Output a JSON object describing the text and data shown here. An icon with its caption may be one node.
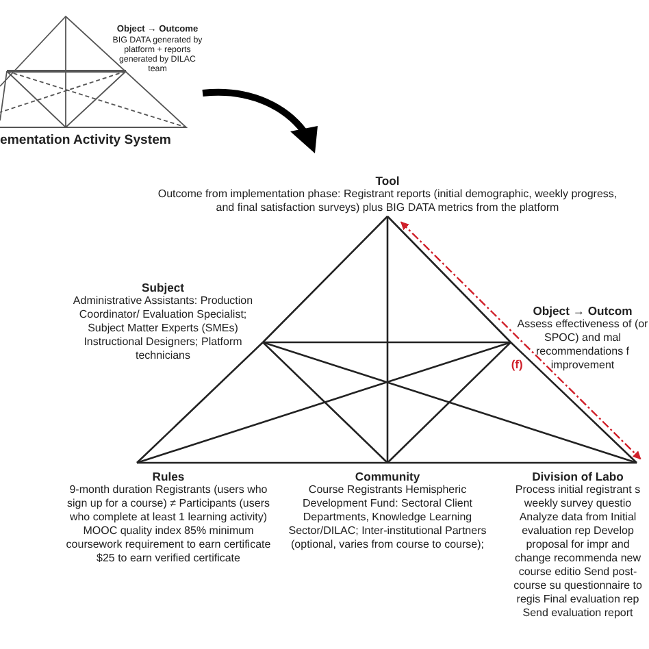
{
  "diagram": {
    "nodes": [
      {
        "text": [
          "Tool",
          "Outcome from implementation phase: Registrant reports (initial demographic, weekly progress, and final satisfaction surveys) plus BIG DATA metrics from the platform"
        ]
      },
      {
        "text": [
          "Subject",
          "Administrative Assistants: Production Coordinator/ Evaluation Specialist; Subject Matter Experts (SMEs) Instructional Designers; Platform technicians"
        ]
      },
      {
        "text": [
          "Object → Outcom",
          "Assess effectiveness of (or SPOC) and mal recommendations f improvement"
        ]
      },
      {
        "text": [
          "Rules",
          "9-month duration Registrants (users who sign up for a course) ≠ Participants (users who complete at least 1 learning activity) MOOC quality index 85% minimum coursework requirement to earn certificate $25 to earn verified certificate"
        ]
      },
      {
        "text": [
          "Community",
          "Course Registrants Hemispheric Development Fund: Sectoral Client Departments, Knowledge Learning Sector/DILAC; Inter-institutional Partners (optional, varies from course to course);"
        ]
      },
      {
        "text": [
          "Division of Labo",
          "Process initial registrant s weekly survey questio Analyze data from Initial evaluation rep Develop proposal for impr and change recommenda new course editio Send post-course su questionnaire to regis Final evaluation rep Send evaluation report"
        ]
      }
    ],
    "edges": [
      {
        "from": 0,
        "to": 1,
        "arrow": "none"
      },
      {
        "from": 1,
        "to": 3,
        "arrow": "none"
      },
      {
        "from": 0,
        "to": 2,
        "arrow": "none"
      },
      {
        "from": 2,
        "to": 5,
        "arrow": "none"
      },
      {
        "from": 3,
        "to": 4,
        "arrow": "none"
      },
      {
        "from": 4,
        "to": 5,
        "arrow": "none"
      },
      {
        "from": 1,
        "to": 2,
        "arrow": "none"
      },
      {
        "from": 0,
        "to": 4,
        "arrow": "none"
      },
      {
        "from": 1,
        "to": 4,
        "arrow": "none"
      },
      {
        "from": 2,
        "to": 4,
        "arrow": "none"
      },
      {
        "from": 1,
        "to": 5,
        "arrow": "none"
      },
      {
        "from": 2,
        "to": 3,
        "arrow": "none"
      },
      {
        "from": 0,
        "to": 5,
        "arrow": "both",
        "label": "(f)",
        "style": "dashed",
        "color": "#d0202a"
      }
    ],
    "labels": [
      "Object → Outcome",
      "BIG DATA generated by platform + reports generated by DILAC team",
      "ementation Activity System"
    ]
  }
}
